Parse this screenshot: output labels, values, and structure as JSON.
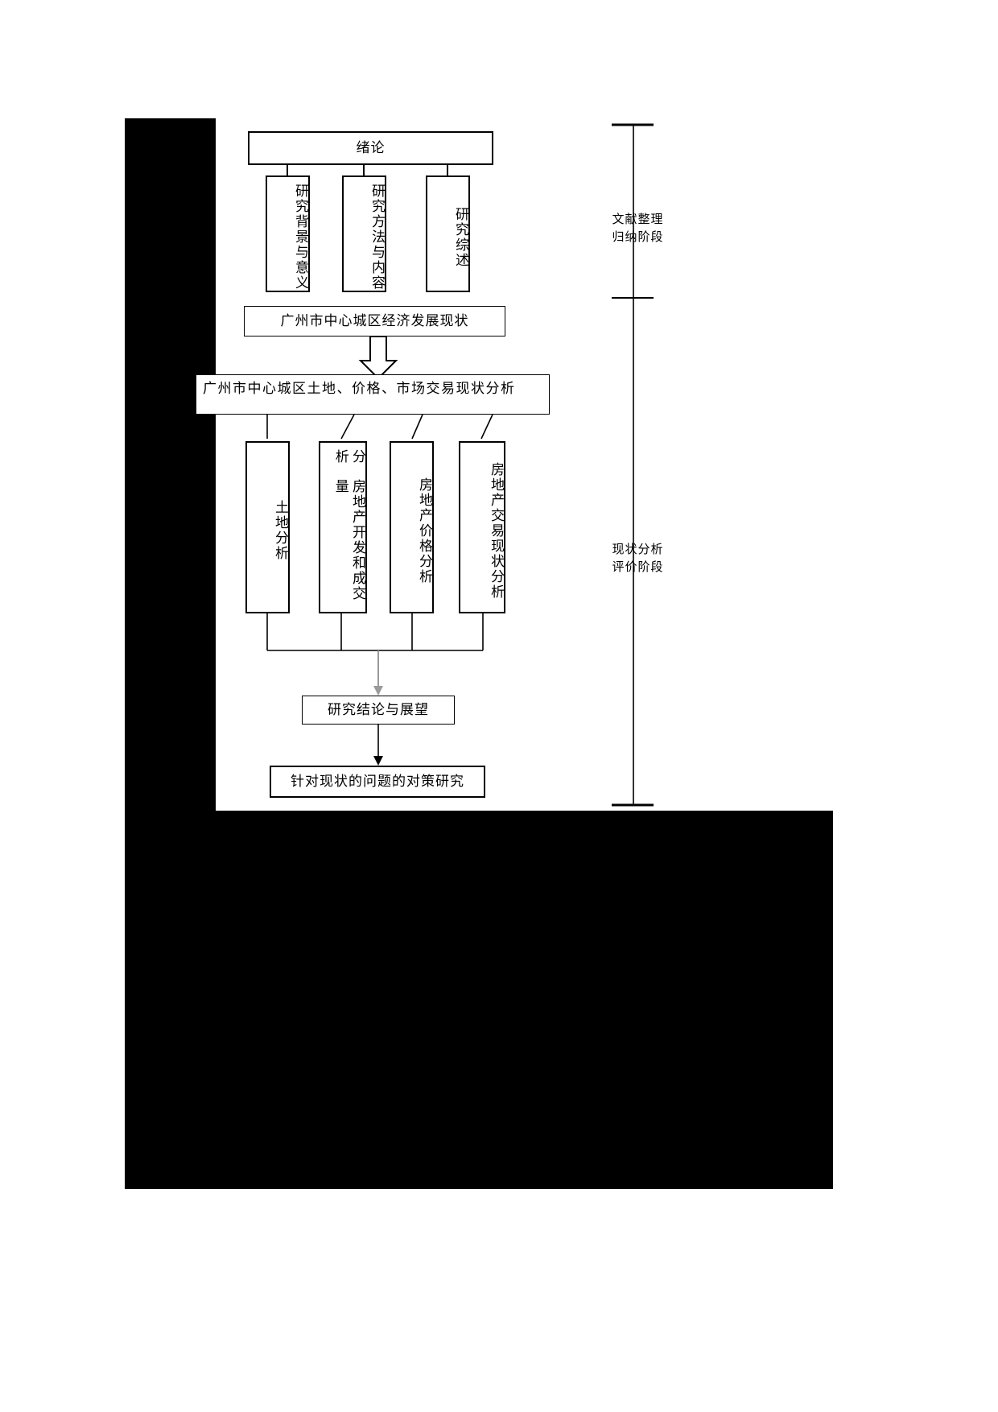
{
  "diagram": {
    "title_box": {
      "label": "绪论"
    },
    "intro_subboxes": [
      {
        "label": "研究背景与意义"
      },
      {
        "label": "研究方法与内容"
      },
      {
        "label": "研究综述"
      }
    ],
    "economy_box": {
      "label": "广州市中心城区经济发展现状"
    },
    "analysis_box": {
      "label": "广州市中心城区土地、价格、市场交易现状分析"
    },
    "analysis_subboxes": [
      {
        "label": "土地分析",
        "col_main": "土地分析",
        "col_side": ""
      },
      {
        "label": "房地产开发和成交量分析",
        "col_main": "房地产开发和成交量",
        "col_side": "分析"
      },
      {
        "label": "房地产价格分析",
        "col_main": "房地产价格分析",
        "col_side": ""
      },
      {
        "label": "房地产交易现状分析",
        "col_main": "房地产交易现状分析",
        "col_side": ""
      }
    ],
    "conclusion_box": {
      "label": "研究结论与展望"
    },
    "countermeasure_box": {
      "label": "针对现状的问题的对策研究"
    },
    "stages": [
      {
        "name": "literature-stage",
        "label": "文献整理\n归纳阶段"
      },
      {
        "name": "status-analysis-stage",
        "label": "现状分析\n评价阶段"
      }
    ],
    "colors": {
      "background": "#000000",
      "panel": "#ffffff",
      "stroke": "#000000",
      "text": "#000000"
    }
  }
}
